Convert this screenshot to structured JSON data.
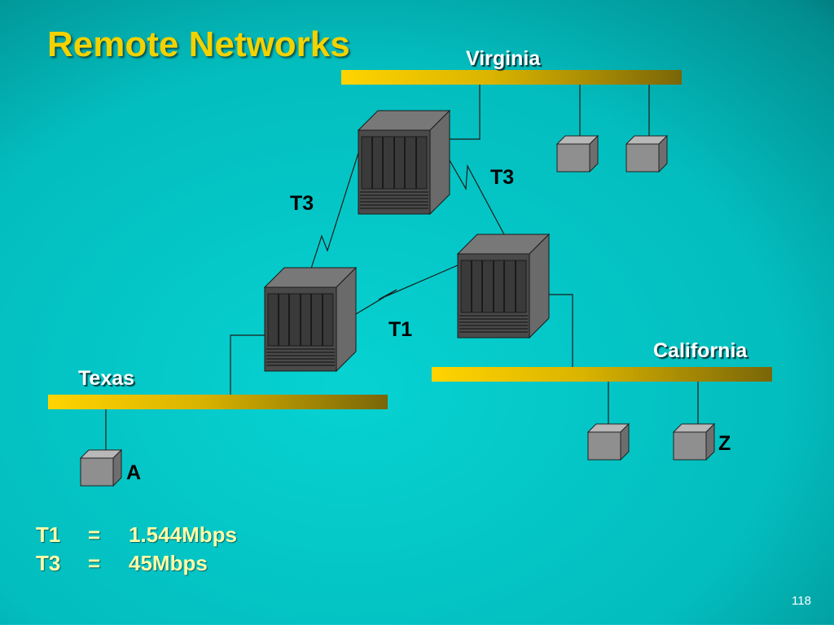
{
  "title": "Remote Networks",
  "sites": {
    "virginia": "Virginia",
    "texas": "Texas",
    "california": "California"
  },
  "links": {
    "virginia_california": "T3",
    "virginia_texas": "T3",
    "texas_california": "T1"
  },
  "hosts": {
    "texas_host": "A",
    "california_host": "Z"
  },
  "legend": [
    {
      "name": "T1",
      "eq": "=",
      "value": "1.544Mbps"
    },
    {
      "name": "T3",
      "eq": "=",
      "value": "45Mbps"
    }
  ],
  "page_number": "118",
  "colors": {
    "background_light": "#06CFCF",
    "background_dark": "#015A5C",
    "title": "#F2D200",
    "segment_bar_start": "#FFD400",
    "segment_bar_end": "#7A6608",
    "device_front": "#4A4A4A",
    "host_box": "#8F8F8F"
  }
}
